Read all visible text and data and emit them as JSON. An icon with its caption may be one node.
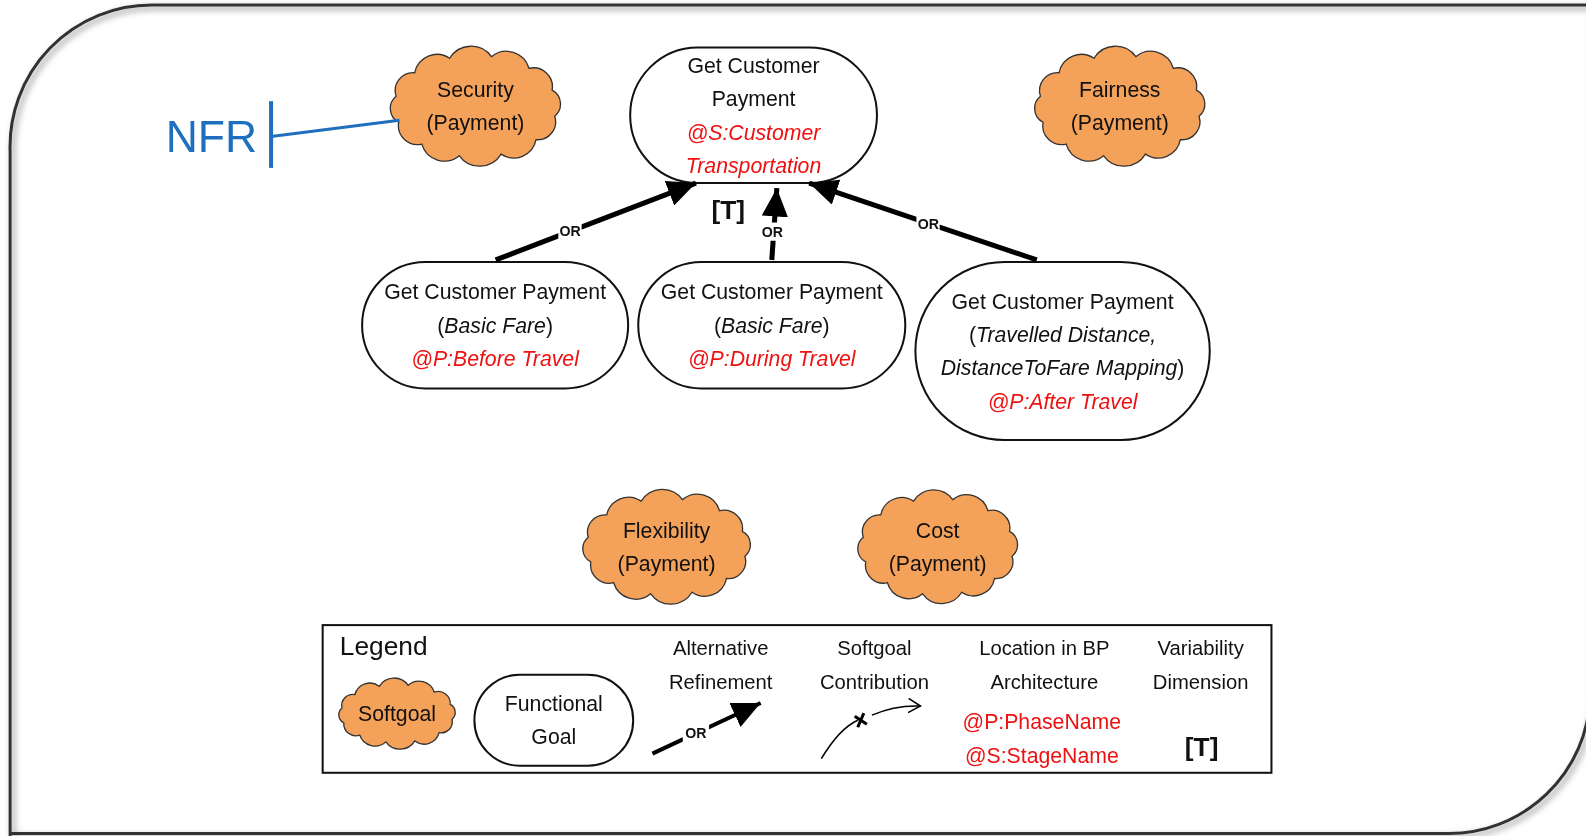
{
  "diagram": {
    "nodes": [
      {
        "text": [
          "NFR"
        ]
      },
      {
        "text": [
          "Security (Payment)"
        ]
      },
      {
        "text": [
          "Get Customer Payment",
          "@S:Customer Transportation"
        ]
      },
      {
        "text": [
          "Fairness (Payment)"
        ]
      },
      {
        "text": [
          "Get Customer Payment (*Basic Fare*)",
          "@P:Before Travel"
        ]
      },
      {
        "text": [
          "Get Customer Payment (*Basic Fare*)",
          "@P:During Travel"
        ]
      },
      {
        "text": [
          "Get Customer Payment (*Travelled Distance, DistanceToFare Mapping*)",
          "@P:After Travel"
        ]
      },
      {
        "text": [
          "Flexibility (Payment)"
        ]
      },
      {
        "text": [
          "Cost (Payment)"
        ]
      },
      {
        "text": [
          "Legend"
        ]
      },
      {
        "text": [
          "Softgoal"
        ],
        "in": 9
      },
      {
        "text": [
          "Functional Goal"
        ],
        "in": 9
      }
    ],
    "edges": [
      {
        "from": 0,
        "to": 1,
        "arrow": "none",
        "color": "#1f6fbf"
      },
      {
        "from": 4,
        "to": 2,
        "arrow": "to",
        "label": "OR"
      },
      {
        "from": 5,
        "to": 2,
        "arrow": "to",
        "label": "OR"
      },
      {
        "from": 6,
        "to": 2,
        "arrow": "to",
        "label": "OR"
      }
    ],
    "labels": [
      "[T]",
      "OR",
      "@P:PhaseName",
      "@S:StageName",
      "[T]"
    ],
    "legend": [
      {
        "text": "Alternative Refinement"
      },
      {
        "text": "Softgoal Contribution"
      },
      {
        "text": "Location in BP Architecture"
      },
      {
        "text": "Variability Dimension"
      }
    ]
  }
}
